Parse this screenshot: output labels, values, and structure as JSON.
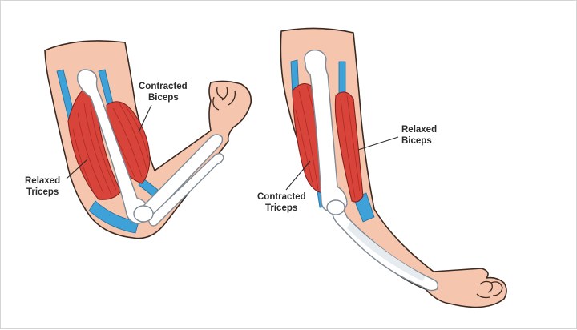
{
  "labels": {
    "left_biceps_line1": "Contracted",
    "left_biceps_line2": "Biceps",
    "left_triceps_line1": "Relaxed",
    "left_triceps_line2": "Triceps",
    "right_biceps_line1": "Relaxed",
    "right_biceps_line2": "Biceps",
    "right_triceps_line1": "Contracted",
    "right_triceps_line2": "Triceps"
  },
  "colors": {
    "skin": "#f6c5ad",
    "muscle": "#d8433a",
    "tendon": "#3ea1d8",
    "bone": "#ffffff",
    "outline": "#3a2a22"
  }
}
